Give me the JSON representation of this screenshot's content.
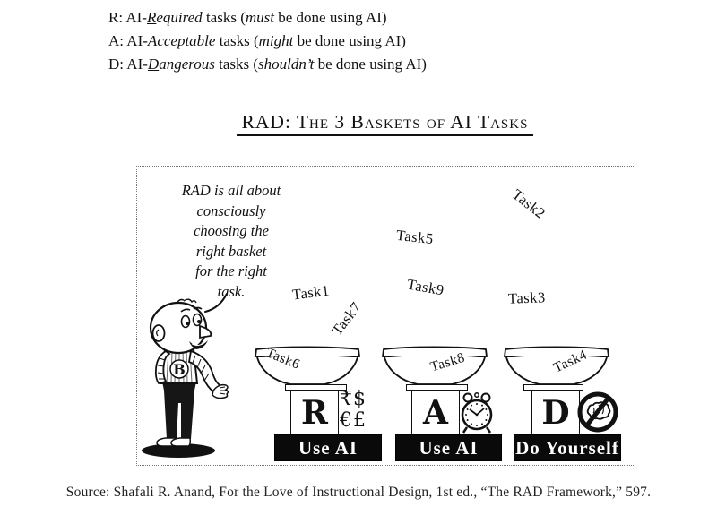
{
  "legend": {
    "lines": [
      {
        "prefix": "R: AI-",
        "keyword_initial": "R",
        "keyword_rest": "equired",
        "mid": " tasks (",
        "emphasis": "must",
        "suffix": " be done using AI)"
      },
      {
        "prefix": "A: AI-",
        "keyword_initial": "A",
        "keyword_rest": "cceptable",
        "mid": " tasks (",
        "emphasis": "might",
        "suffix": " be done using AI)"
      },
      {
        "prefix": "D: AI-",
        "keyword_initial": "D",
        "keyword_rest": "angerous",
        "mid": " tasks (",
        "emphasis": "shouldn’t",
        "suffix": " be done using AI)"
      }
    ]
  },
  "title": "RAD: The 3 Baskets of AI Tasks",
  "diagram": {
    "speech": {
      "lines": [
        "RAD is all about",
        "consciously",
        "choosing the",
        "right basket",
        "for the right",
        "task."
      ]
    },
    "figure": {
      "shirt_letter": "B"
    },
    "floating_tasks": [
      "Task1",
      "Task7",
      "Task5",
      "Task9",
      "Task2",
      "Task3"
    ],
    "baskets": [
      {
        "letter": "R",
        "bowl_task": "Task6",
        "action": "Use AI",
        "icon": "currency-symbols",
        "currency_row1": "₹$",
        "currency_row2": "€£"
      },
      {
        "letter": "A",
        "bowl_task": "Task8",
        "action": "Use AI",
        "icon": "alarm-clock"
      },
      {
        "letter": "D",
        "bowl_task": "Task4",
        "action": "Do Yourself",
        "icon": "no-brain-prohibition"
      }
    ]
  },
  "source": "Source: Shafali R. Anand, For the Love of Instructional Design, 1st ed., “The RAD Framework,” 597.",
  "colors": {
    "ink": "#111111",
    "bar_bg": "#0a0a0a",
    "bar_text": "#ffffff"
  }
}
